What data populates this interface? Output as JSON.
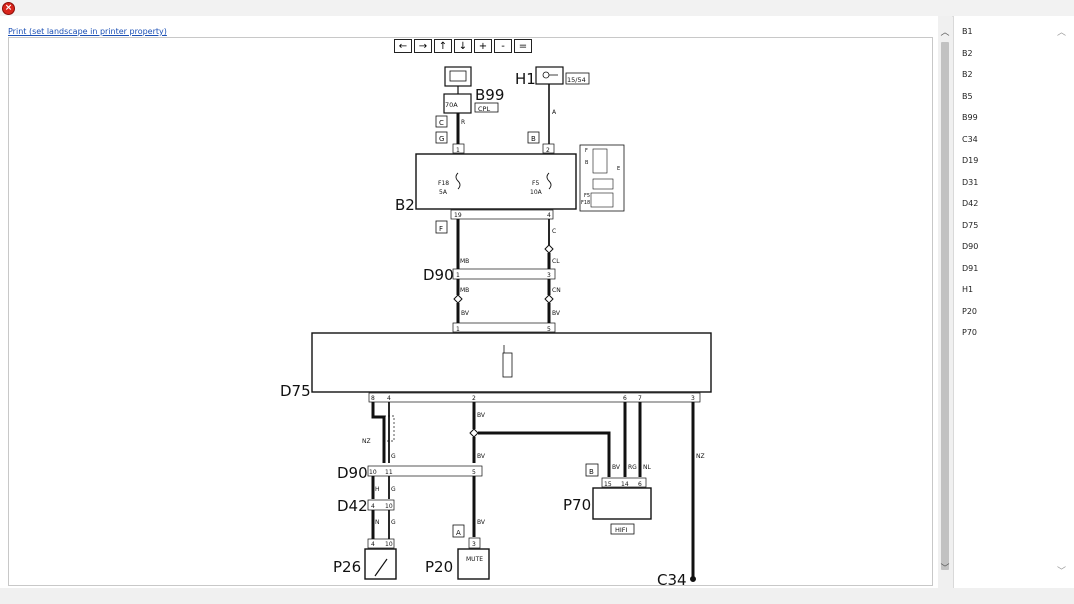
{
  "window": {
    "close_glyph": "×"
  },
  "print_link": "Print (set landscape in printer property)",
  "toolbar": {
    "buttons": [
      {
        "name": "pan-left-button",
        "icon": "arrow-left-icon",
        "label": "←"
      },
      {
        "name": "pan-right-button",
        "icon": "arrow-right-icon",
        "label": "→"
      },
      {
        "name": "pan-up-button",
        "icon": "arrow-up-icon",
        "label": "↑"
      },
      {
        "name": "pan-down-button",
        "icon": "arrow-down-icon",
        "label": "↓"
      },
      {
        "name": "zoom-in-button",
        "icon": "plus-icon",
        "label": "+"
      },
      {
        "name": "zoom-out-button",
        "icon": "minus-icon",
        "label": "-"
      },
      {
        "name": "zoom-reset-button",
        "icon": "equals-icon",
        "label": "="
      }
    ]
  },
  "sidebar": {
    "items": [
      "B1",
      "B2",
      "B2",
      "B5",
      "B99",
      "C34",
      "D19",
      "D31",
      "D42",
      "D75",
      "D90",
      "D91",
      "H1",
      "P20",
      "P70"
    ]
  },
  "diagram": {
    "components": {
      "b99": "B99",
      "b99_fuse": "70A",
      "b99_code": "CPL",
      "h1": "H1",
      "h1_code": "15/54",
      "b2": "B2",
      "fuse_f18": "F18",
      "fuse_f18_amp": "5A",
      "fuse_f5": "F5",
      "fuse_f5_amp": "10A",
      "d90_top": "D90",
      "d75": "D75",
      "d90_bottom": "D90",
      "d42": "D42",
      "p70": "P70",
      "p70_label": "HIFI",
      "p26": "P26",
      "p20": "P20",
      "p20_label": "MUTE",
      "c34": "C34"
    },
    "labels": {
      "tag_c": "C",
      "tag_g": "G",
      "tag_b_top": "B",
      "tag_f": "F",
      "tag_b_p70": "B",
      "tag_a": "A",
      "wire_r": "R",
      "wire_a": "A",
      "wire_mb": "MB",
      "wire_c": "C",
      "wire_cl": "CL",
      "wire_mb2": "MB",
      "wire_cn": "CN",
      "wire_bv1": "BV",
      "wire_bv2": "BV",
      "wire_bv3": "BV",
      "wire_bv4": "BV",
      "wire_bv5": "BV",
      "wire_bv6": "BV",
      "wire_rg": "RG",
      "wire_nl": "NL",
      "wire_nz": "NZ",
      "wire_nz2": "NZ",
      "wire_g1": "G",
      "wire_h": "H",
      "wire_g2": "G",
      "wire_n": "N",
      "wire_g3": "G",
      "pin_b2_1": "1",
      "pin_b2_2": "2",
      "pin_b2_19": "19",
      "pin_b2_4": "4",
      "pin_d90_1": "1",
      "pin_d90_3": "3",
      "pin_d75_1": "1",
      "pin_d75_5": "5",
      "pin_d75_8": "8",
      "pin_d75_4": "4",
      "pin_d75_2": "2",
      "pin_d75_6": "6",
      "pin_d75_7": "7",
      "pin_d75_3": "3",
      "pin_d90b_10": "10",
      "pin_d90b_11": "11",
      "pin_d90b_5": "5",
      "pin_d42_4": "4",
      "pin_d42_10": "10",
      "pin_p70_15": "15",
      "pin_p70_14": "14",
      "pin_p70_6": "6",
      "pin_p26_4": "4",
      "pin_p26_10": "10",
      "pin_p20_3": "3",
      "mini_f": "F",
      "mini_b": "B",
      "mini_e": "E",
      "mini_f5": "F5",
      "mini_f18": "F18"
    }
  }
}
